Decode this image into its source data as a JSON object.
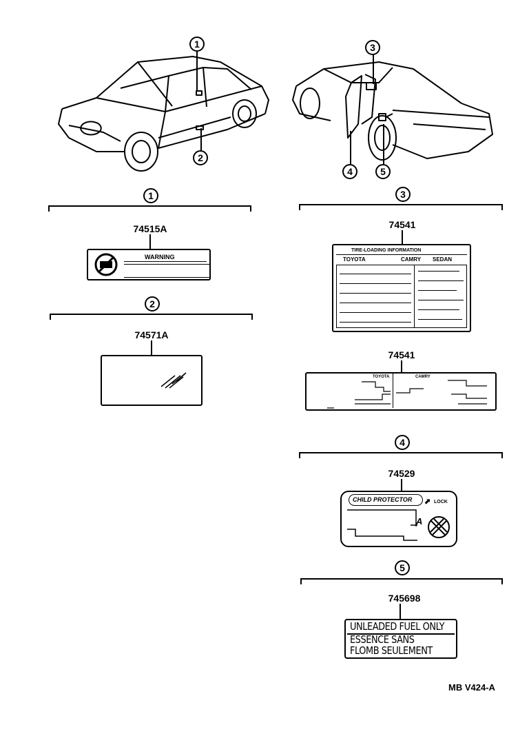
{
  "callouts": [
    "1",
    "2",
    "3",
    "4",
    "5"
  ],
  "parts": {
    "p1": "74515A",
    "p2": "74571A",
    "p3a": "74541",
    "p3b": "74541",
    "p4": "74529",
    "p5": "745698"
  },
  "labels": {
    "warning": "WARNING",
    "tire_title": "TIRE-LOADING INFORMATION",
    "tire_make": "TOYOTA",
    "tire_model": "CAMRY",
    "tire_body": "SEDAN",
    "strip_make": "TOYOTA",
    "strip_model": "CAMRY",
    "child_protector": "CHILD PROTECTOR",
    "lock": "LOCK",
    "child_letter": "A",
    "fuel_line1": "UNLEADED FUEL ONLY",
    "fuel_line2": "ESSENCE  SANS",
    "fuel_line3": "FLOMB  SEULEMENT"
  },
  "diagram_code": "MB V424-A"
}
